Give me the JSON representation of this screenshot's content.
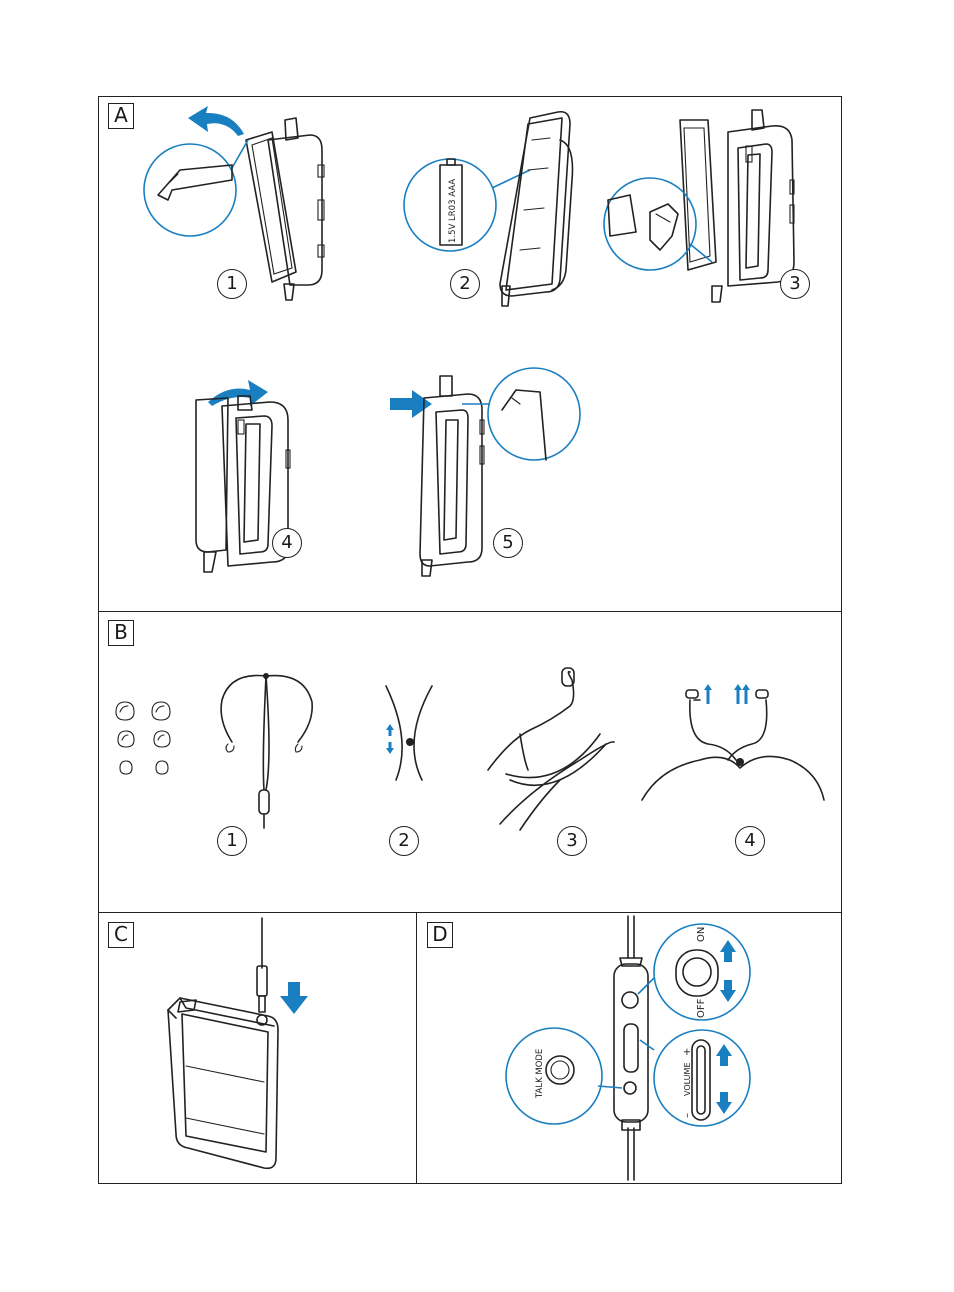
{
  "sections": {
    "a": {
      "label": "A",
      "steps": [
        "1",
        "2",
        "3",
        "4",
        "5"
      ],
      "battery_text": "1.5V LR03 AAA"
    },
    "b": {
      "label": "B",
      "steps": [
        "1",
        "2",
        "3",
        "4"
      ]
    },
    "c": {
      "label": "C"
    },
    "d": {
      "label": "D",
      "talk_mode": "TALK MODE",
      "on": "ON",
      "off": "OFF",
      "volume": "VOLUME",
      "plus": "+",
      "minus": "–"
    }
  },
  "colors": {
    "accent": "#1a7fc1",
    "line": "#222222"
  }
}
